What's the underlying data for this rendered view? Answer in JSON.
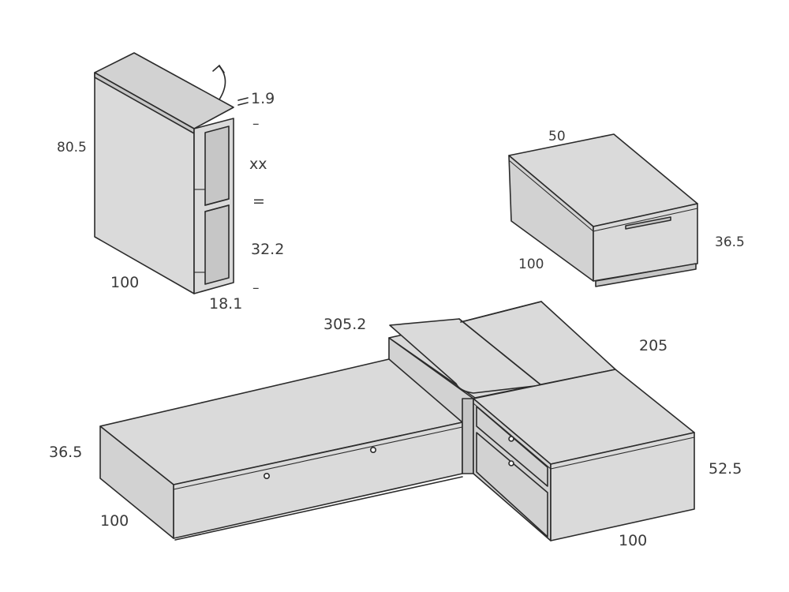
{
  "dimensions": {
    "shelf_unit": {
      "height": "80.5",
      "depth": "100",
      "width": "18.1",
      "top_thickness": "1.9",
      "upper_gap": "xx",
      "lower_gap": "32.2",
      "equal_mark": "=",
      "tick_mark": "–"
    },
    "drawer_unit": {
      "width": "50",
      "depth": "100",
      "height": "36.5"
    },
    "bed_assembly": {
      "total_length": "305.2",
      "side_length": "205",
      "bed_height": "36.5",
      "bed_width": "100",
      "chest_height": "52.5",
      "chest_width": "100"
    }
  },
  "colors": {
    "stroke": "#2b2b2b",
    "panel_light": "#dadada",
    "panel_mid": "#d2d2d2",
    "panel_dark": "#c6c6c6",
    "text": "#3a3a3a"
  }
}
